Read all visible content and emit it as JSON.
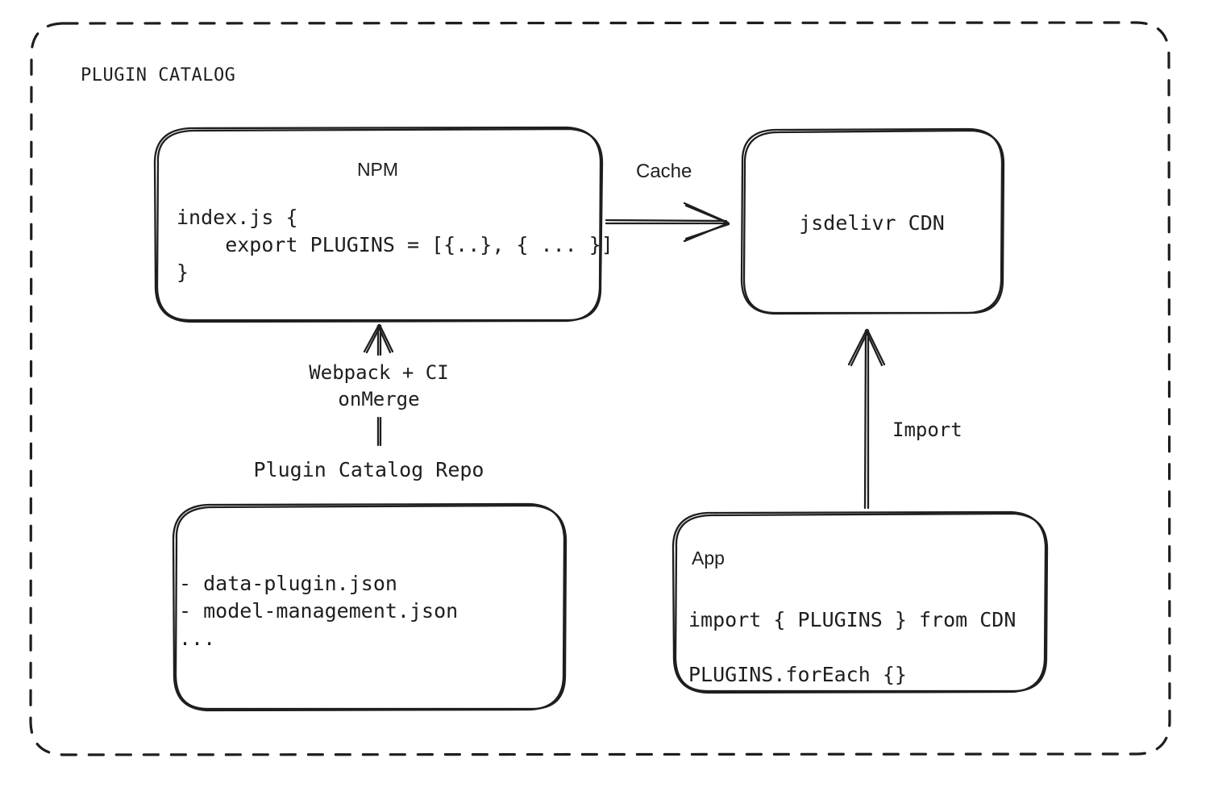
{
  "container": {
    "label": "PLUGIN CATALOG",
    "style": "dashed-rounded-rect"
  },
  "colors": {
    "ink": "#1e1e1e",
    "background": "#ffffff"
  },
  "nodes": {
    "npm": {
      "title": "NPM",
      "code": "index.js {\n    export PLUGINS = [{..}, { ... }]\n}"
    },
    "cdn": {
      "title": "jsdelivr CDN"
    },
    "repo": {
      "label": "Plugin Catalog Repo",
      "code": "- data-plugin.json\n- model-management.json\n..."
    },
    "app": {
      "title": "App",
      "code": "import { PLUGINS } from CDN\nPLUGINS.forEach {}"
    }
  },
  "edges": {
    "cache": {
      "label": "Cache",
      "from": "npm",
      "to": "cdn",
      "direction": "right"
    },
    "build": {
      "label": "Webpack + CI\nonMerge",
      "from": "repo",
      "to": "npm",
      "direction": "up"
    },
    "import": {
      "label": "Import",
      "from": "app",
      "to": "cdn",
      "direction": "up"
    }
  }
}
